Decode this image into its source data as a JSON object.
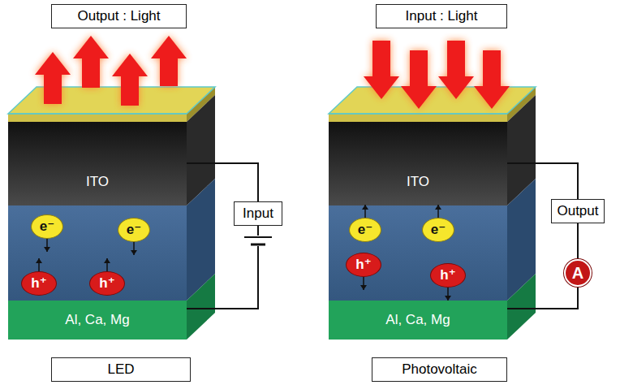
{
  "diagram": {
    "nodes": [
      {
        "text": [
          "Output : Light"
        ]
      },
      {
        "text": [
          "Input : Light"
        ]
      },
      {
        "text": [
          "ITO"
        ]
      },
      {
        "text": [
          "ITO"
        ]
      },
      {
        "text": [
          "e⁻"
        ]
      },
      {
        "text": [
          "e⁻"
        ]
      },
      {
        "text": [
          "h⁺"
        ]
      },
      {
        "text": [
          "h⁺"
        ]
      },
      {
        "text": [
          "e⁻"
        ]
      },
      {
        "text": [
          "e⁻"
        ]
      },
      {
        "text": [
          "h⁺"
        ]
      },
      {
        "text": [
          "h⁺"
        ]
      },
      {
        "text": [
          "Al, Ca, Mg"
        ]
      },
      {
        "text": [
          "Al, Ca, Mg"
        ]
      },
      {
        "text": [
          "Input"
        ]
      },
      {
        "text": [
          "Output"
        ]
      },
      {
        "text": [
          "A"
        ]
      },
      {
        "text": [
          "LED"
        ]
      },
      {
        "text": [
          "Photovoltaic"
        ]
      }
    ],
    "edges": [
      {
        "from": 2,
        "to": 14,
        "arrow": "none"
      },
      {
        "from": 14,
        "to": 12,
        "arrow": "none"
      },
      {
        "from": 3,
        "to": 15,
        "arrow": "none"
      },
      {
        "from": 15,
        "to": 16,
        "arrow": "none"
      },
      {
        "from": 16,
        "to": 13,
        "arrow": "none"
      }
    ]
  }
}
